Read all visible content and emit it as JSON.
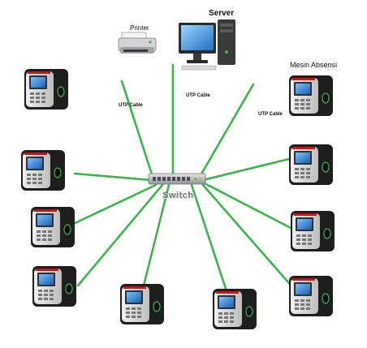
{
  "labels": {
    "server": "Server",
    "printer": "Printer",
    "mesin_absensi": "Mesin Absensi",
    "utp_cable_1": "UTP Cable",
    "utp_cable_2": "UTP Cable",
    "utp_cable_3": "UTP Cable",
    "switch": "Switch"
  },
  "colors": {
    "cable": "#3cb44b",
    "terminal_body": "#1e1e1e",
    "terminal_face": "#d9d9d9",
    "terminal_screen": "#2a79c9",
    "switch_body": "#b8bcc0"
  },
  "devices": {
    "server_icon": "desktop-computer-icon",
    "printer_icon": "printer-icon",
    "switch_icon": "network-switch-icon",
    "terminal_icon": "fingerprint-attendance-terminal-icon",
    "terminal_count": 10
  }
}
